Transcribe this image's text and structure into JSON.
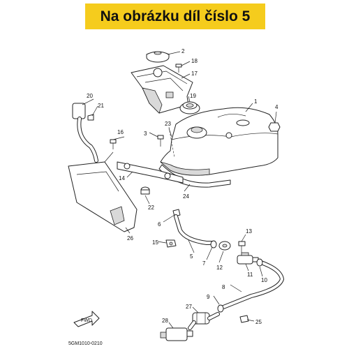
{
  "banner": {
    "text": "Na obrázku díl číslo 5",
    "color": "#f5cc1d"
  },
  "diagram_code": "5GM1010-0210",
  "fwd_label": "FWD",
  "callouts": [
    "1",
    "2",
    "3",
    "4",
    "5",
    "6",
    "7",
    "8",
    "9",
    "10",
    "11",
    "12",
    "13",
    "14",
    "15",
    "16",
    "17",
    "18",
    "19",
    "20",
    "21",
    "22",
    "23",
    "24",
    "25",
    "26",
    "27",
    "28"
  ]
}
